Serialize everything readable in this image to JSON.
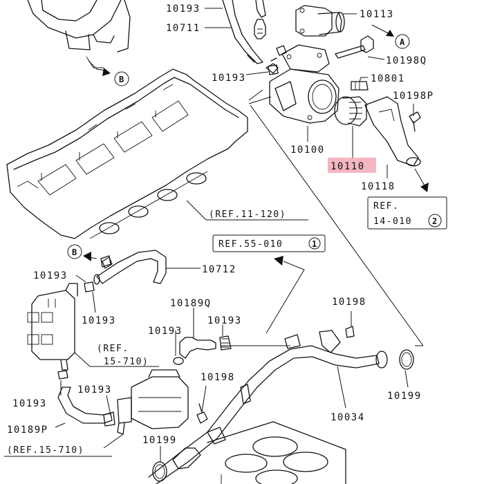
{
  "parts": {
    "p10193_top": "10193",
    "p10711": "10711",
    "p10193_mid": "10193",
    "p10113": "10113",
    "p10198q": "10198Q",
    "p10801": "10801",
    "p10198p": "10198P",
    "p10100": "10100",
    "p10110": "10110",
    "p10118": "10118",
    "p10712": "10712",
    "p10193_left": "10193",
    "p10193_left2": "10193",
    "p10189q": "10189Q",
    "p10193_c1": "10193",
    "p10193_c2": "10193",
    "p10198_r": "10198",
    "p10199_r": "10199",
    "p10034": "10034",
    "p10198_c": "10198",
    "p10193_b1": "10193",
    "p10193_b2": "10193",
    "p10189p": "10189P",
    "p10199_b": "10199"
  },
  "refs": {
    "ref_11_120": "(REF.11-120)",
    "ref_55_010": "REF.55-010",
    "ref_55_010_num": "1",
    "ref_14_010_line1": "REF.",
    "ref_14_010_line2": "14-010",
    "ref_14_010_num": "2",
    "ref_15_710_a_line1": "(REF.",
    "ref_15_710_a_line2": "15-710)",
    "ref_15_710_b": "(REF.15-710)"
  },
  "markers": {
    "a": "A",
    "b_top": "B",
    "b_mid": "B"
  },
  "highlight": {
    "part": "10110",
    "color": "#f4b6c2"
  }
}
